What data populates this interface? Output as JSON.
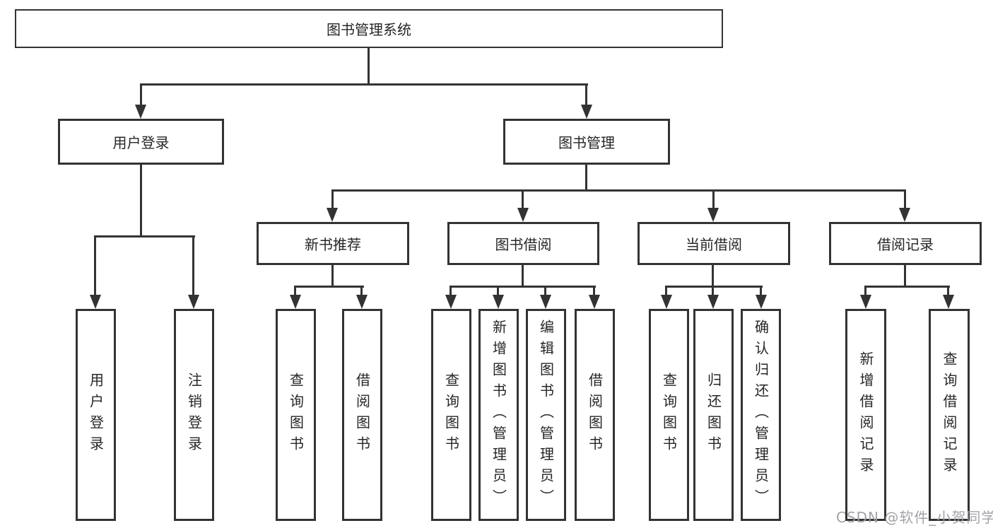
{
  "style": {
    "line_color": "#333333",
    "text_color": "#262626",
    "box_background": "#ffffff",
    "watermark_color": "#9e9ea3"
  },
  "watermark": {
    "text": "CSDN @软件_小贺同学"
  },
  "tree": {
    "root": {
      "label": "图书管理系统"
    },
    "level2": [
      {
        "label": "用户登录",
        "children": [
          {
            "label": "用户登录"
          },
          {
            "label": "注销登录"
          }
        ]
      },
      {
        "label": "图书管理",
        "children": [
          {
            "label": "新书推荐",
            "children": [
              {
                "label": "查询图书"
              },
              {
                "label": "借阅图书"
              }
            ]
          },
          {
            "label": "图书借阅",
            "children": [
              {
                "label": "查询图书"
              },
              {
                "label": "新增图书（管理员）"
              },
              {
                "label": "编辑图书（管理员）"
              },
              {
                "label": "借阅图书"
              }
            ]
          },
          {
            "label": "当前借阅",
            "children": [
              {
                "label": "查询图书"
              },
              {
                "label": "归还图书"
              },
              {
                "label": "确认归还（管理员）"
              }
            ]
          },
          {
            "label": "借阅记录",
            "children": [
              {
                "label": "新增借阅记录"
              },
              {
                "label": "查询借阅记录"
              }
            ]
          }
        ]
      }
    ]
  }
}
